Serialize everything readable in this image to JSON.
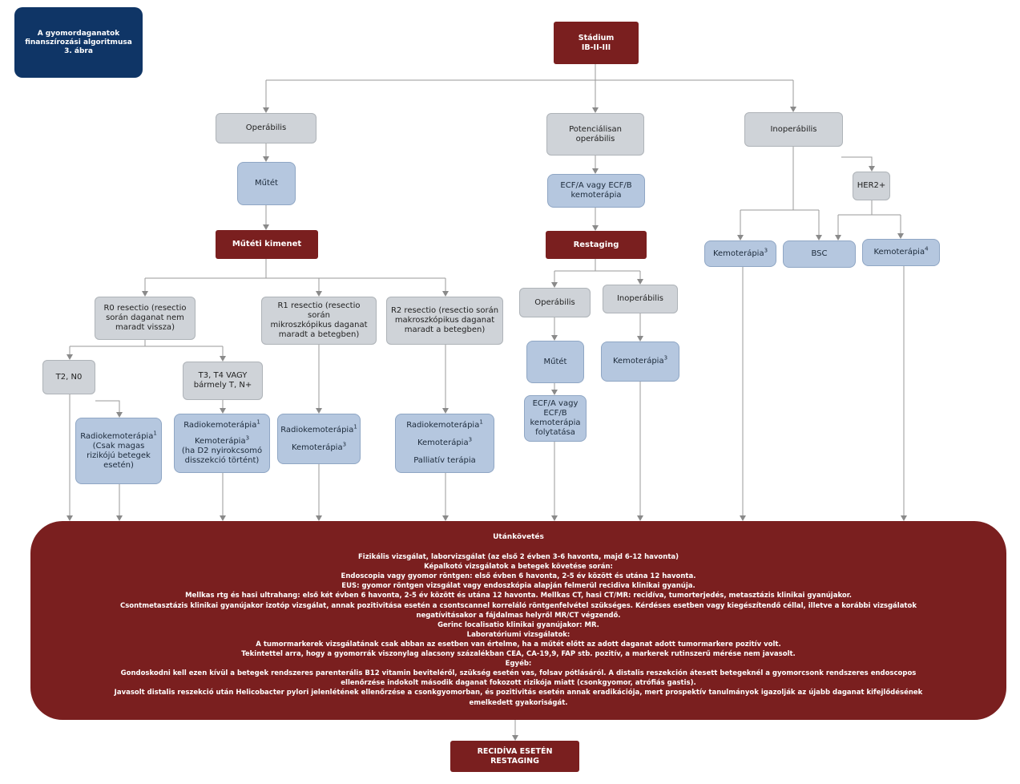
{
  "title_box": "A gyomordaganatok\nfinanszírozási algoritmusa\n3. ábra",
  "stage": "Stádium\nIB-II-III",
  "top_branches": {
    "operable": "Operábilis",
    "potentially_operable": "Potenciálisan\noperábilis",
    "inoperable": "Inoperábilis"
  },
  "left": {
    "surgery": "Műtét",
    "outcome": "Műtéti kimenet",
    "r0": "R0 resectio (resectio\nsorán daganat nem\nmaradt vissza)",
    "r1": "R1 resectio (resectio során\nmikroszkópikus daganat\nmaradt a betegben)",
    "r2": "R2 resectio (resectio során\nmakroszkópikus daganat\nmaradt a betegben)",
    "t2n0": "T2, N0",
    "t3t4": "T3, T4 VAGY\nbármely T, N+",
    "radio_t2": "Radiokemoterápia",
    "radio_t2_sup": "1",
    "radio_t2_note": "(Csak magas\nrizikójú betegek\nesetén)",
    "radio_t3": "Radiokemoterápia",
    "radio_t3_sup": "1",
    "chemo_t3": "Kemoterápia",
    "chemo_t3_sup": "3",
    "chemo_t3_note": "(ha D2 nyirokcsomó\ndisszekció történt)",
    "radio_r1": "Radiokemoterápia",
    "radio_r1_sup": "1",
    "chemo_r1": "Kemoterápia",
    "chemo_r1_sup": "3",
    "radio_r2": "Radiokemoterápia",
    "radio_r2_sup": "1",
    "chemo_r2": "Kemoterápia",
    "chemo_r2_sup": "3",
    "palliative": "Palliatív terápia"
  },
  "middle": {
    "ecf": "ECF/A vagy ECF/B\nkemoterápia",
    "restaging": "Restaging",
    "operable": "Operábilis",
    "inoperable": "Inoperábilis",
    "surgery": "Műtét",
    "ecf_continue": "ECF/A vagy\nECF/B\nkemoterápia\nfolytatása",
    "chemo": "Kemoterápia",
    "chemo_sup": "3"
  },
  "right": {
    "her2": "HER2+",
    "chemo_a": "Kemoterápia",
    "chemo_a_sup": "3",
    "bsc": "BSC",
    "chemo_b": "Kemoterápia",
    "chemo_b_sup": "4"
  },
  "followup": {
    "heading": "Utánkövetés",
    "lines": [
      "Fizikális vizsgálat, laborvizsgálat (az első 2 évben 3-6 havonta, majd 6-12 havonta)",
      "Képalkotó vizsgálatok a betegek követése során:",
      "Endoscopia vagy gyomor röntgen: első évben 6 havonta, 2-5 év között és utána 12 havonta.",
      "EUS: gyomor röntgen vizsgálat vagy endoszkópia alapján felmerül recidiva klinikai gyanúja.",
      "Mellkas rtg és hasi ultrahang: első két évben 6 havonta, 2-5 év között és utána 12 havonta. Mellkas CT, hasi CT/MR: recidíva, tumorterjedés, metasztázis klinikai gyanújakor.",
      "Csontmetasztázis klinikai gyanújakor izotóp vizsgálat, annak pozitivitása esetén a csontscannel korreláló röntgenfelvétel szükséges. Kérdéses esetben vagy kiegészítendő céllal, illetve a korábbi vizsgálatok\nnegatívitásakor a fájdalmas helyről MR/CT végzendő.",
      "Gerinc localisatio klinikai gyanújakor: MR.",
      "Laboratóriumi vizsgálatok:",
      "A tumormarkerek vizsgálatának csak abban az esetben van értelme, ha a műtét előtt az adott daganat adott tumormarkere pozitív volt.",
      "Tekintettel arra, hogy a gyomorrák viszonylag alacsony százalékban CEA, CA-19,9, FAP stb. pozitív, a markerek rutinszerű mérése nem javasolt.",
      "Egyéb:",
      "Gondoskodni kell ezen kívül a betegek rendszeres parenterális B12 vitamin beviteléről, szükség esetén vas, folsav pótlásáról. A distalis reszekción átesett betegeknél a gyomorcsonk rendszeres endoscopos\nellenőrzése indokolt második daganat fokozott rizikója miatt (csonkgyomor, atrófiás gastis).",
      "Javasolt distalis reszekció után Helicobacter pylori jelenlétének ellenőrzése a csonkgyomorban, és pozitivitás esetén annak eradikációja, mert prospektív tanulmányok igazolják az újabb daganat kifejlődésének\nemelkedett gyakoriságát."
    ]
  },
  "recurrence": "RECIDÍVA ESETÉN\nRESTAGING"
}
